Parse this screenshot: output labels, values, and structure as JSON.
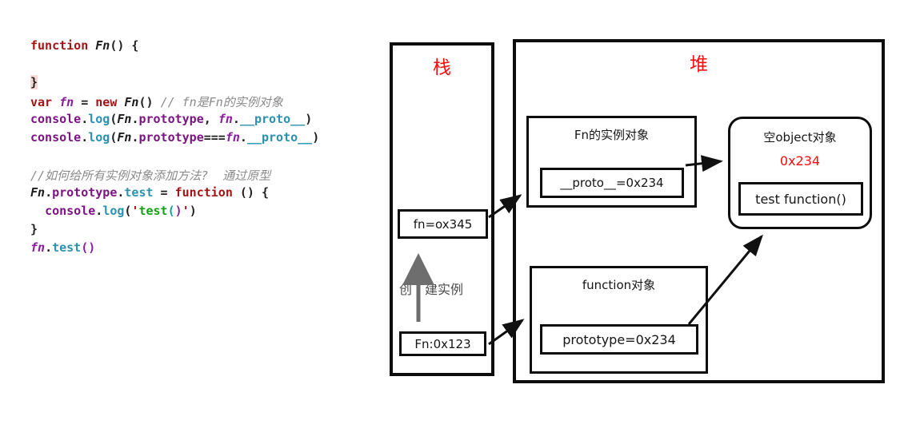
{
  "code": {
    "lines": [
      [
        {
          "t": "function",
          "c": "kw"
        },
        {
          "t": " "
        },
        {
          "t": "Fn",
          "c": "cls"
        },
        {
          "t": "() {"
        }
      ],
      [],
      [
        {
          "t": "}",
          "c": "hl"
        }
      ],
      [
        {
          "t": "var",
          "c": "kw"
        },
        {
          "t": " "
        },
        {
          "t": "fn",
          "c": "var"
        },
        {
          "t": " = "
        },
        {
          "t": "new",
          "c": "kw"
        },
        {
          "t": " "
        },
        {
          "t": "Fn",
          "c": "cls"
        },
        {
          "t": "() "
        },
        {
          "t": "// fn是Fn的实例对象",
          "c": "cm"
        }
      ],
      [
        {
          "t": "console",
          "c": "obj"
        },
        {
          "t": "."
        },
        {
          "t": "log",
          "c": "fn"
        },
        {
          "t": "("
        },
        {
          "t": "Fn",
          "c": "cls"
        },
        {
          "t": "."
        },
        {
          "t": "prototype",
          "c": "obj"
        },
        {
          "t": ", "
        },
        {
          "t": "fn",
          "c": "var"
        },
        {
          "t": "."
        },
        {
          "t": "__proto__",
          "c": "fn"
        },
        {
          "t": ")"
        }
      ],
      [
        {
          "t": "console",
          "c": "obj"
        },
        {
          "t": "."
        },
        {
          "t": "log",
          "c": "fn"
        },
        {
          "t": "("
        },
        {
          "t": "Fn",
          "c": "cls"
        },
        {
          "t": "."
        },
        {
          "t": "prototype",
          "c": "obj"
        },
        {
          "t": "==="
        },
        {
          "t": "fn",
          "c": "var"
        },
        {
          "t": "."
        },
        {
          "t": "__proto__",
          "c": "fn"
        },
        {
          "t": ")"
        }
      ],
      [],
      [
        {
          "t": "//如何给所有实例对象添加方法?  通过原型",
          "c": "cm"
        }
      ],
      [
        {
          "t": "Fn",
          "c": "cls"
        },
        {
          "t": "."
        },
        {
          "t": "prototype",
          "c": "obj"
        },
        {
          "t": "."
        },
        {
          "t": "test",
          "c": "fn"
        },
        {
          "t": " = "
        },
        {
          "t": "function",
          "c": "kw"
        },
        {
          "t": " () {"
        }
      ],
      [
        {
          "t": "  "
        },
        {
          "t": "console",
          "c": "obj"
        },
        {
          "t": "."
        },
        {
          "t": "log",
          "c": "fn"
        },
        {
          "t": "("
        },
        {
          "t": "'",
          "c": "str"
        },
        {
          "t": "test",
          "c": "strg"
        },
        {
          "t": "(",
          "c": "pb"
        },
        {
          "t": ")",
          "c": "pp"
        },
        {
          "t": "'",
          "c": "str"
        },
        {
          "t": ")"
        }
      ],
      [
        {
          "t": "}"
        }
      ],
      [
        {
          "t": "fn",
          "c": "var"
        },
        {
          "t": "."
        },
        {
          "t": "test",
          "c": "fn"
        },
        {
          "t": "()",
          "c": "pp"
        }
      ]
    ]
  },
  "diagram": {
    "stack": {
      "title": "栈",
      "fn_var": "fn=ox345",
      "fn_func": "Fn:0x123",
      "create_label_left": "创",
      "create_label_right": "建实例"
    },
    "heap": {
      "title": "堆"
    },
    "instance": {
      "title": "Fn的实例对象",
      "field": "__proto__=0x234"
    },
    "empty_object": {
      "title": "空object对象",
      "address": "0x234",
      "method": "test function()"
    },
    "function_obj": {
      "title": "function对象",
      "field": "prototype=0x234"
    },
    "colors": {
      "region_title": "#fb0d0d",
      "address": "#fb0d0d",
      "box_border": "#0d0d0d",
      "create_arrow": "#6e6e6e"
    }
  }
}
